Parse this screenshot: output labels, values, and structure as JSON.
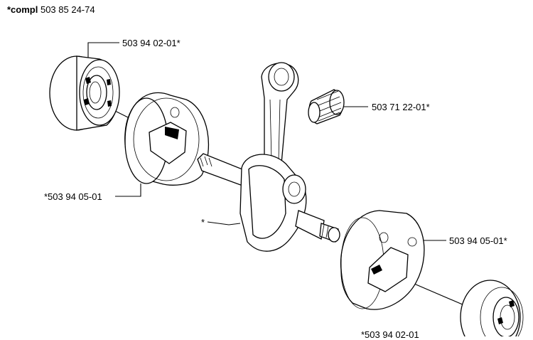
{
  "header": {
    "prefix": "*compl",
    "number": "503 85 24-74"
  },
  "labels": {
    "bearing_top_left": "503 94 02-01*",
    "needle_bearing": "503 71 22-01*",
    "flywheel_left": "*503 94 05-01",
    "crank_star": "*",
    "flywheel_right": "503 94 05-01*",
    "bearing_bottom_right": "*503 94 02-01"
  },
  "icons": {
    "bearing_top_left": "ball-bearing-icon",
    "flywheel_left": "crank-web-icon",
    "connecting_rod": "connecting-rod-icon",
    "needle_bearing": "needle-bearing-icon",
    "crankshaft": "crankshaft-icon",
    "flywheel_right": "crank-web-icon",
    "bearing_bottom_right": "ball-bearing-icon"
  }
}
